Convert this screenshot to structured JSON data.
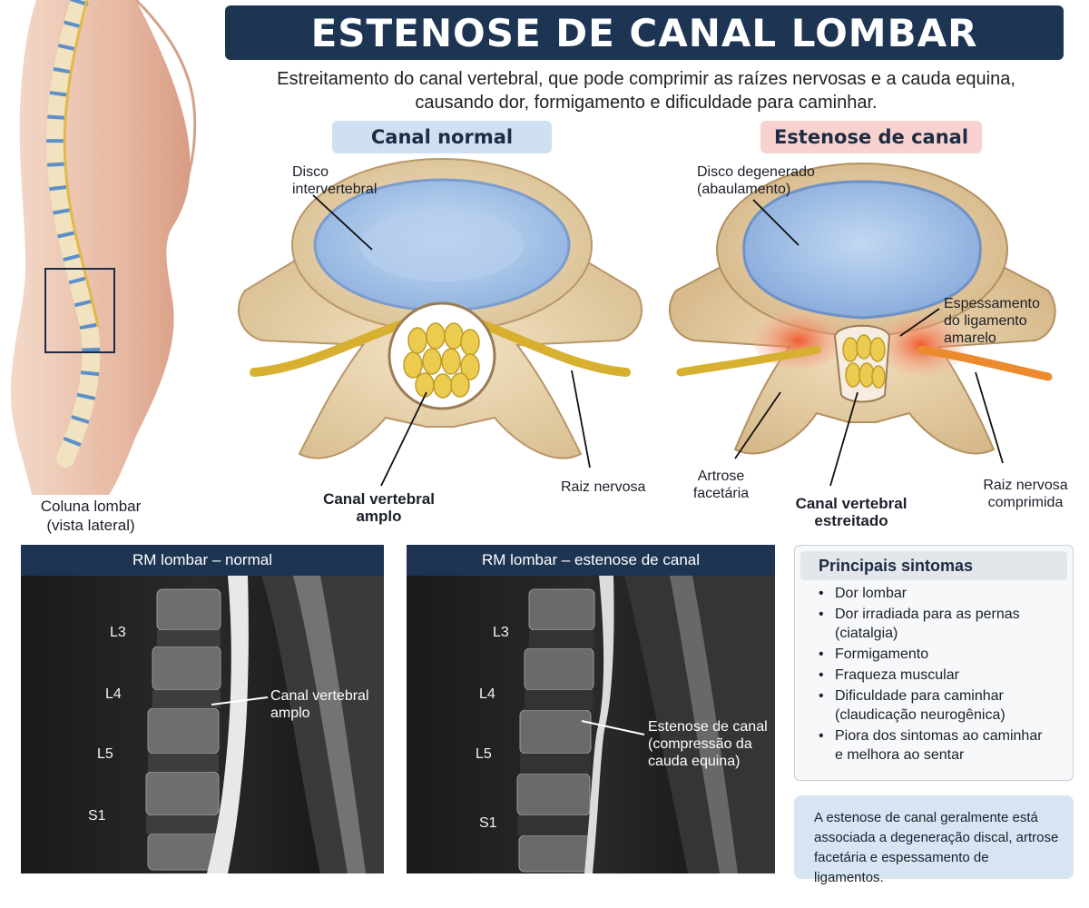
{
  "header": {
    "title": "ESTENOSE DE CANAL LOMBAR",
    "subtitle_line1": "Estreitamento do canal vertebral, que pode comprimir as raízes nervosas e a cauda equina,",
    "subtitle_line2": "causando dor, formigamento e dificuldade para caminhar."
  },
  "spine": {
    "caption_line1": "Coluna lombar",
    "caption_line2": "(vista lateral)"
  },
  "normal": {
    "pill": "Canal normal",
    "disc_line1": "Disco",
    "disc_line2": "intervertebral",
    "canal_line1": "Canal vertebral",
    "canal_line2": "amplo",
    "root": "Raiz nervosa"
  },
  "stenosis": {
    "pill": "Estenose de canal",
    "disc_line1": "Disco degenerado",
    "disc_line2": "(abaulamento)",
    "ligament_line1": "Espessamento",
    "ligament_line2": "do ligamento",
    "ligament_line3": "amarelo",
    "arthrosis_line1": "Artrose",
    "arthrosis_line2": "facetária",
    "canal_line1": "Canal vertebral",
    "canal_line2": "estreitado",
    "root_line1": "Raiz nervosa",
    "root_line2": "comprimida"
  },
  "mri_normal": {
    "title": "RM lombar – normal",
    "levels": [
      "L3",
      "L4",
      "L5",
      "S1"
    ],
    "label_line1": "Canal vertebral",
    "label_line2": "amplo"
  },
  "mri_stenosis": {
    "title": "RM lombar – estenose de canal",
    "levels": [
      "L3",
      "L4",
      "L5",
      "S1"
    ],
    "label_line1": "Estenose de canal",
    "label_line2": "(compressão da",
    "label_line3": "cauda equina)"
  },
  "symptoms": {
    "title": "Principais sintomas",
    "items": [
      {
        "line1": "Dor lombar",
        "line2": ""
      },
      {
        "line1": "Dor irradiada para as pernas",
        "line2": "(ciatalgia)"
      },
      {
        "line1": "Formigamento",
        "line2": ""
      },
      {
        "line1": "Fraqueza muscular",
        "line2": ""
      },
      {
        "line1": "Dificuldade para caminhar",
        "line2": "(claudicação neurogênica)"
      },
      {
        "line1": "Piora dos sintomas ao caminhar",
        "line2": "e melhora ao sentar"
      }
    ]
  },
  "note": {
    "line1": "A estenose de canal geralmente está",
    "line2": "associada a degeneração discal, artrose",
    "line3": "facetária e espessamento de ligamentos."
  },
  "colors": {
    "navy": "#1d3553",
    "bone": "#e9d6b2",
    "disc": "#a9c6ea",
    "nerve": "#e8c23a",
    "inflammation": "#e9603c"
  }
}
